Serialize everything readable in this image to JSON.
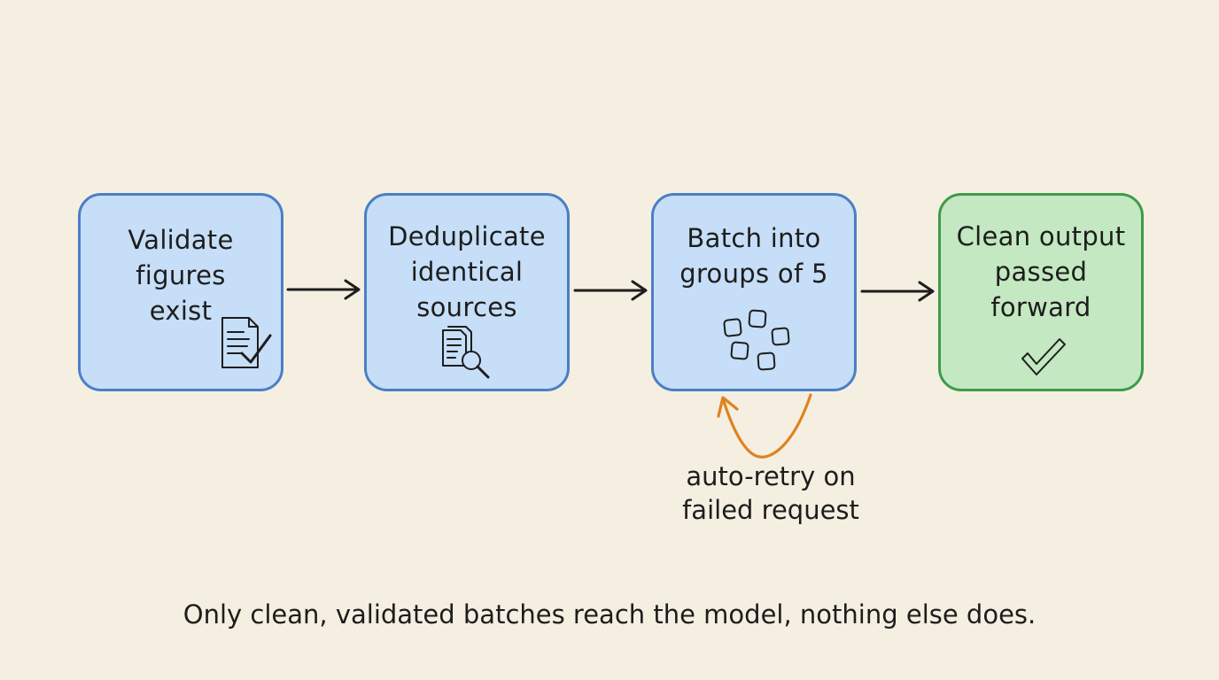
{
  "steps": [
    {
      "label": "Validate\nfigures\nexist",
      "icon": "document-check-icon"
    },
    {
      "label": "Deduplicate\nidentical\nsources",
      "icon": "documents-magnifier-icon"
    },
    {
      "label": "Batch into\ngroups of 5",
      "icon": "grouped-squares-icon"
    },
    {
      "label": "Clean output\npassed\nforward",
      "icon": "checkmark-icon"
    }
  ],
  "retry": {
    "label": "auto-retry on\nfailed request"
  },
  "footer": {
    "text": "Only clean, validated batches reach the model, nothing else does."
  },
  "colors": {
    "background": "#f5efe1",
    "step_fill": "#c6def7",
    "step_border": "#4a7fc6",
    "final_fill": "#c4e8c1",
    "final_border": "#3f9a4a",
    "retry_arrow": "#e0821f",
    "ink": "#1d1d1d"
  }
}
